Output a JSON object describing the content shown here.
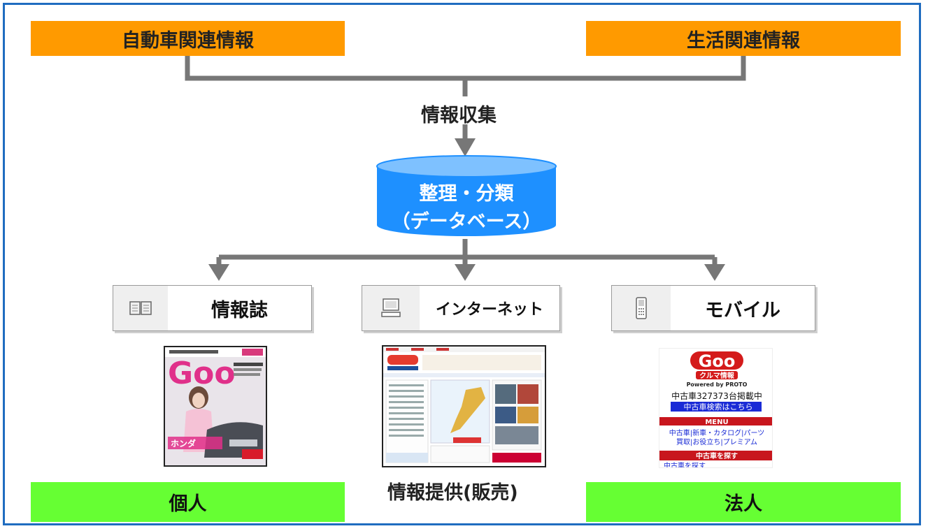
{
  "sources": {
    "auto_info": "自動車関連情報",
    "life_info": "生活関連情報"
  },
  "collection_label": "情報収集",
  "database": {
    "line1": "整理・分類",
    "line2": "（データベース）"
  },
  "channels": [
    {
      "label": "情報誌",
      "icon": "book-icon"
    },
    {
      "label": "インターネット",
      "icon": "computer-icon"
    },
    {
      "label": "モバイル",
      "icon": "mobile-phone-icon"
    }
  ],
  "magazine": {
    "logo": "Goo",
    "banner": "ホンダ"
  },
  "mobile_screen": {
    "logo": "Goo",
    "subtitle": "クルマ情報",
    "powered": "Powered by PROTO",
    "stock": "中古車327373台掲載中",
    "search_link": "中古車検索はこちら",
    "menu_title": "MENU",
    "menu_row1": "中古車|新車・カタログ|パーツ",
    "menu_row2": "買取|お役立ち|プレミアム",
    "find_button": "中古車を探す",
    "last_line": "中古車を探す"
  },
  "provision_label": "情報提供(販売)",
  "targets": {
    "individual": "個人",
    "corporate": "法人"
  },
  "colors": {
    "frame": "#1f6cc0",
    "source_box": "#ff9a00",
    "target_box": "#66ff33",
    "database": "#1e90ff",
    "connector": "#777777"
  }
}
